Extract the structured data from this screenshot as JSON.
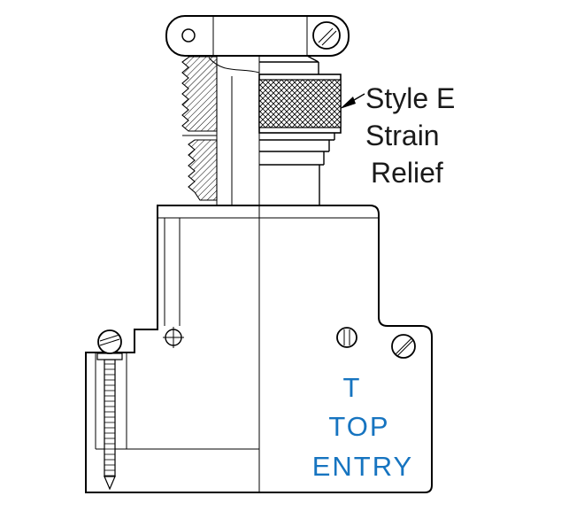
{
  "diagram": {
    "callout": {
      "line1": "Style E",
      "line2": "Strain",
      "line3": "Relief"
    },
    "entry": {
      "line1": "T",
      "line2": "TOP",
      "line3": "ENTRY"
    },
    "colors": {
      "line": "#000000",
      "entry_text": "#1674c0",
      "background": "#ffffff"
    }
  }
}
